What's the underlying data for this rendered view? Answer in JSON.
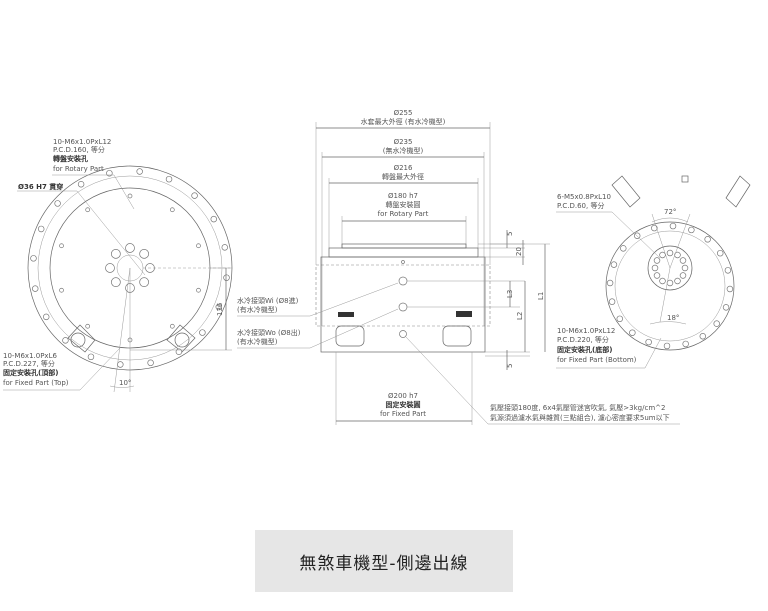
{
  "caption": "無煞車機型-側邊出線",
  "left_view": {
    "rotary_holes": [
      "10-M6x1.0PxL12",
      "P.C.D.160, 等分",
      "轉盤安裝孔",
      "for Rotary Part"
    ],
    "bore": "Ø36 H7 貫穿",
    "fixed_top_holes": [
      "10-M6x1.0PxL6",
      "P.C.D.227, 等分",
      "固定安裝孔(頂部)",
      "for Fixed Part (Top)"
    ],
    "dim_136": "136",
    "angle_10": "10°"
  },
  "side_view": {
    "d255": [
      "Ø255",
      "水套最大外徑 (有水冷機型)"
    ],
    "d235": [
      "Ø235",
      "(無水冷機型)"
    ],
    "d216": [
      "Ø216",
      "轉盤最大外徑"
    ],
    "d180": [
      "Ø180 h7",
      "轉盤安裝圓",
      "for Rotary Part"
    ],
    "d200": [
      "Ø200 h7",
      "固定安裝圓",
      "for Fixed Part"
    ],
    "water_in": [
      "水冷接頭Wi (Ø8進)",
      "(有水冷機型)"
    ],
    "water_out": [
      "水冷接頭Wo (Ø8出)",
      "(有水冷機型)"
    ],
    "air": [
      "氣壓接頭180度, 6x4氣壓管迷宮吹氣, 氣壓>3kg/cm^2",
      "氣源須過濾水氣與雜質(三點組合), 濾心密度要求5um以下"
    ],
    "dims": {
      "top5": "5",
      "d20": "20",
      "L3": "L3",
      "L2": "L2",
      "L1": "L1",
      "bot5": "5"
    }
  },
  "right_view": {
    "center_holes": [
      "6-M5x0.8PxL10",
      "P.C.D.60, 等分"
    ],
    "fixed_bottom_holes": [
      "10-M6x1.0PxL12",
      "P.C.D.220, 等分",
      "固定安裝孔(底部)",
      "for Fixed Part (Bottom)"
    ],
    "angle_72": "72°",
    "angle_18": "18°"
  }
}
